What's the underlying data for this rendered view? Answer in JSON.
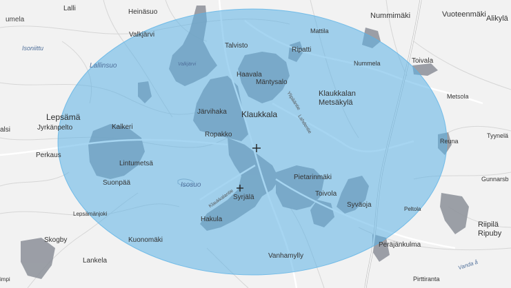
{
  "map": {
    "labels": {
      "lalli": "Lalli",
      "heinasuo": "Heinäsuo",
      "valkjarvi": "Valkjärvi",
      "isoniittu": "Isoniittu",
      "lallinsuo": "Lallinsuo",
      "umela": "umela",
      "valkjarvi_lake": "Valkjärvi",
      "talvisto": "Talvisto",
      "mattila": "Mattila",
      "ripatti": "Ripatti",
      "nummela": "Nummela",
      "nummimaki": "Nummimäki",
      "vuoteenmaki": "Vuoteenmäki",
      "alikyla": "Alikylä",
      "toivala_e": "Toivala",
      "haavala": "Haavala",
      "mantysalo": "Mäntysalo",
      "klaukkala_metsakyla": "Klaukkalan\nMetsäkylä",
      "metsola": "Metsola",
      "jarvihaka": "Järvihaka",
      "klaukkala": "Klaukkala",
      "lepsama": "Lepsämä",
      "jyrkanpelto": "Jyrkänpelto",
      "alsi": "alsi",
      "kalkeri": "Kalkeri",
      "ropakko": "Ropakko",
      "reuna": "Reuna",
      "tyynela": "Tyynelä",
      "perkaus": "Perkaus",
      "lintumetsa": "Lintumetsä",
      "suonpaa": "Suonpää",
      "isosuo": "Isosuo",
      "pietarinmaki": "Pietarinmäki",
      "gunnars": "Gunnarsb",
      "syrjala": "Syrjälä",
      "toivola": "Toivola",
      "syvaoja": "Syväoja",
      "peltola": "Peltola",
      "lepsamanjoki": "Lepsämänjoki",
      "skogby": "Skogby",
      "hakula": "Hakula",
      "riipila": "Riipilä\nRipuby",
      "kuonomaki": "Kuonomäki",
      "perajankulma": "Peräjänkulma",
      "lankela": "Lankela",
      "vanhamylly": "Vanhamylly",
      "vanda": "Vanda å",
      "pirttiranta": "Pirttiranta",
      "impi": "impi"
    },
    "road_labels": {
      "ylipaa": "Ylipääntie",
      "lahti": "Lahdentie",
      "klaukkalantie": "Klaukkalantie"
    },
    "colors": {
      "background": "#f2f2f2",
      "circle_fill": "#5db3e6",
      "urban": "#8c9099",
      "road": "#ffffff",
      "road_outline": "#c9c9c9",
      "label": "#333333"
    },
    "markers": [
      {
        "name": "center-crosshair-icon"
      },
      {
        "name": "secondary-crosshair-icon"
      }
    ]
  }
}
